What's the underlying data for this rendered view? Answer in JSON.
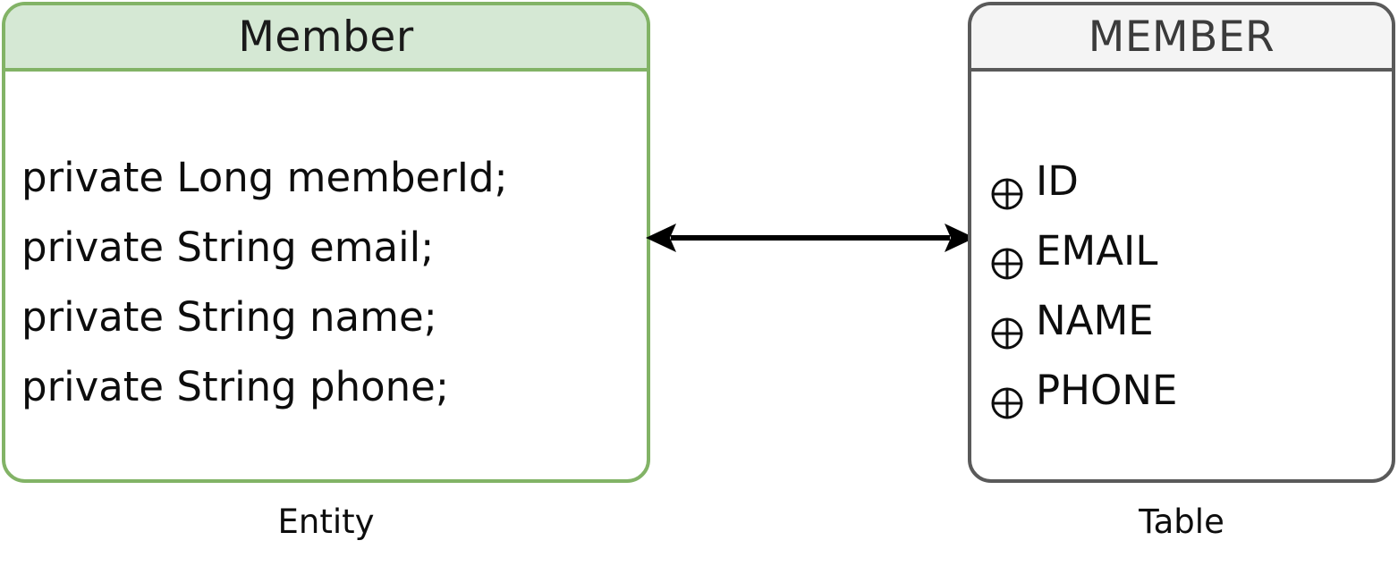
{
  "diagram": {
    "entity": {
      "title": "Member",
      "caption": "Entity",
      "header_fill": "#d5e8d4",
      "border_color": "#82b366",
      "fields": [
        "private Long memberId;",
        "private String email;",
        "private String name;",
        "private String phone;"
      ]
    },
    "table": {
      "title": "MEMBER",
      "caption": "Table",
      "header_fill": "#f4f4f4",
      "border_color": "#5a5a5a",
      "column_icon": "circled-plus-icon",
      "columns": [
        "ID",
        "EMAIL",
        "NAME",
        "PHONE"
      ]
    },
    "connector": {
      "icon": "double-headed-arrow-icon",
      "color": "#000000"
    }
  }
}
